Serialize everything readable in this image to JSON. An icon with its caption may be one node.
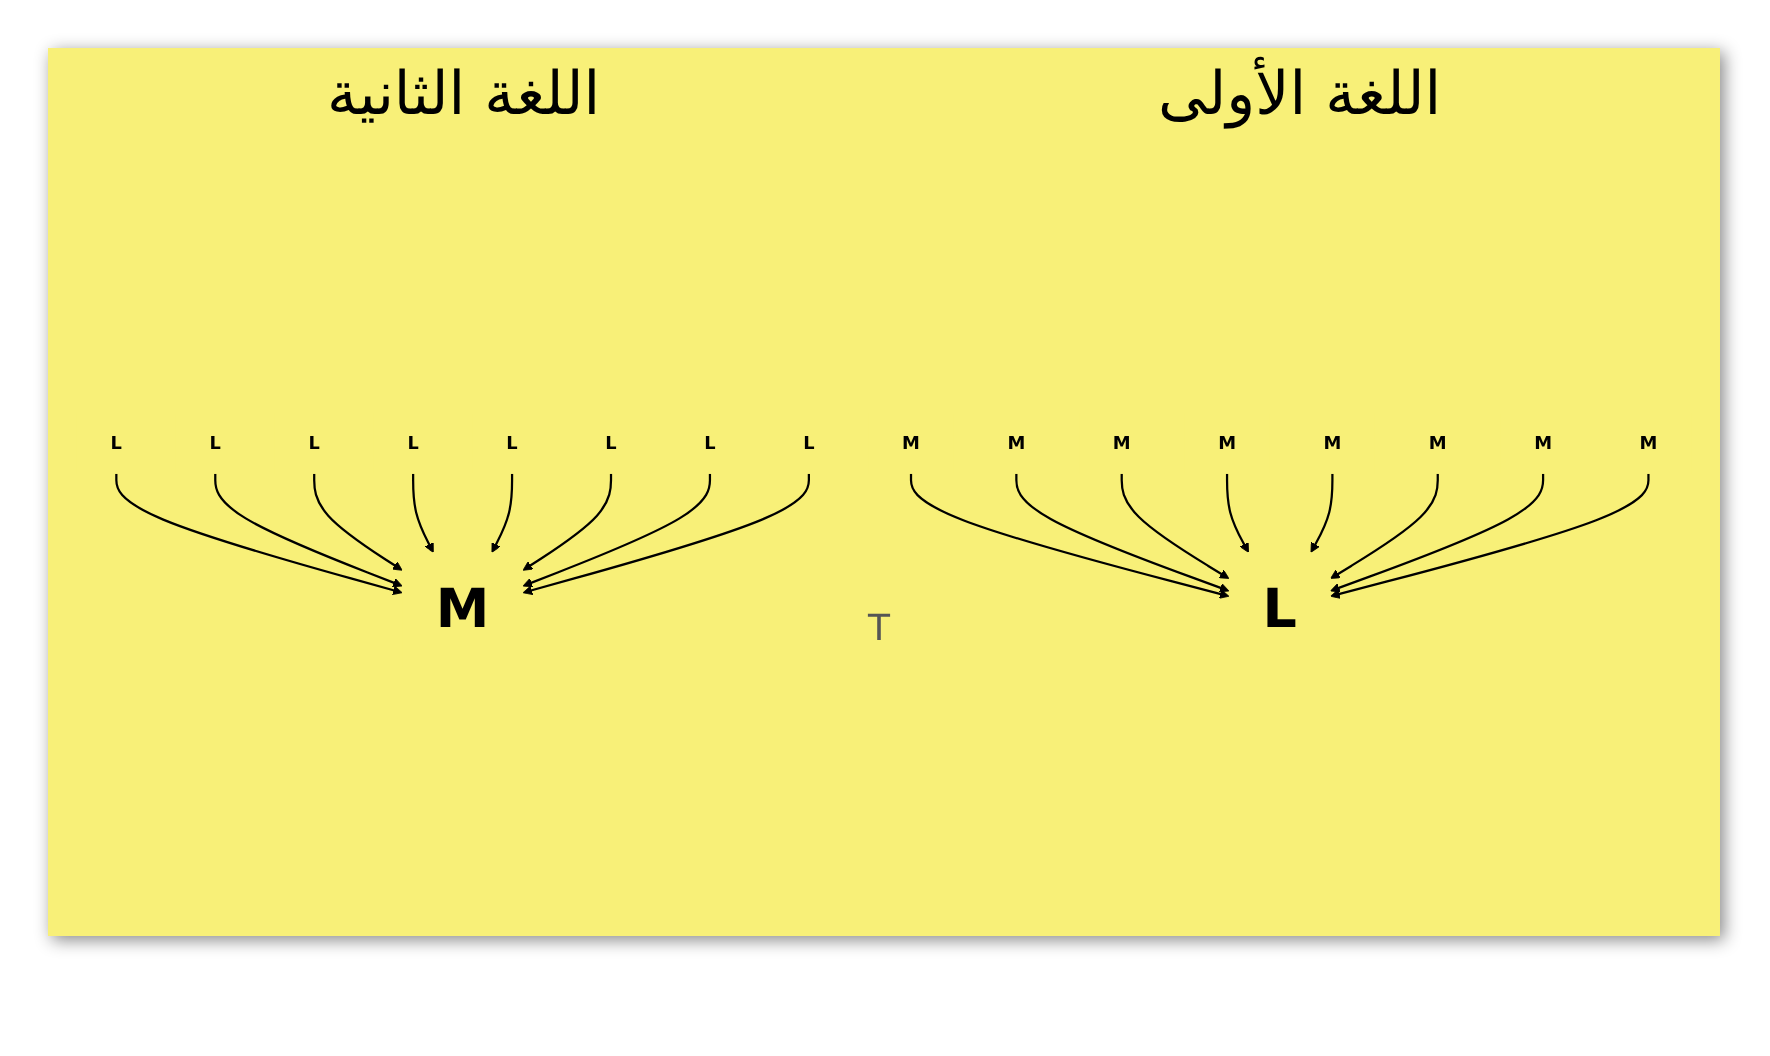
{
  "diagram": {
    "nodes": [
      {
        "text": [
          "L"
        ]
      },
      {
        "text": [
          "L"
        ]
      },
      {
        "text": [
          "L"
        ]
      },
      {
        "text": [
          "L"
        ]
      },
      {
        "text": [
          "M"
        ]
      },
      {
        "text": [
          "L"
        ]
      },
      {
        "text": [
          "L"
        ]
      },
      {
        "text": [
          "L"
        ]
      },
      {
        "text": [
          "L"
        ]
      },
      {
        "text": [
          "M"
        ]
      },
      {
        "text": [
          "M"
        ]
      },
      {
        "text": [
          "M"
        ]
      },
      {
        "text": [
          "M"
        ]
      },
      {
        "text": [
          "L"
        ]
      },
      {
        "text": [
          "M"
        ]
      },
      {
        "text": [
          "M"
        ]
      },
      {
        "text": [
          "M"
        ]
      },
      {
        "text": [
          "M"
        ]
      }
    ],
    "edges": [
      {
        "from": 0,
        "to": 4,
        "arrow": "to"
      },
      {
        "from": 1,
        "to": 4,
        "arrow": "to"
      },
      {
        "from": 2,
        "to": 4,
        "arrow": "to"
      },
      {
        "from": 3,
        "to": 4,
        "arrow": "to"
      },
      {
        "from": 5,
        "to": 4,
        "arrow": "to"
      },
      {
        "from": 6,
        "to": 4,
        "arrow": "to"
      },
      {
        "from": 7,
        "to": 4,
        "arrow": "to"
      },
      {
        "from": 8,
        "to": 4,
        "arrow": "to"
      },
      {
        "from": 9,
        "to": 13,
        "arrow": "to"
      },
      {
        "from": 10,
        "to": 13,
        "arrow": "to"
      },
      {
        "from": 11,
        "to": 13,
        "arrow": "to"
      },
      {
        "from": 12,
        "to": 13,
        "arrow": "to"
      },
      {
        "from": 14,
        "to": 13,
        "arrow": "to"
      },
      {
        "from": 15,
        "to": 13,
        "arrow": "to"
      },
      {
        "from": 16,
        "to": 13,
        "arrow": "to"
      },
      {
        "from": 17,
        "to": 13,
        "arrow": "to"
      }
    ],
    "labels": [
      "اللغة الثانية",
      "اللغة الأولى",
      "T"
    ]
  }
}
